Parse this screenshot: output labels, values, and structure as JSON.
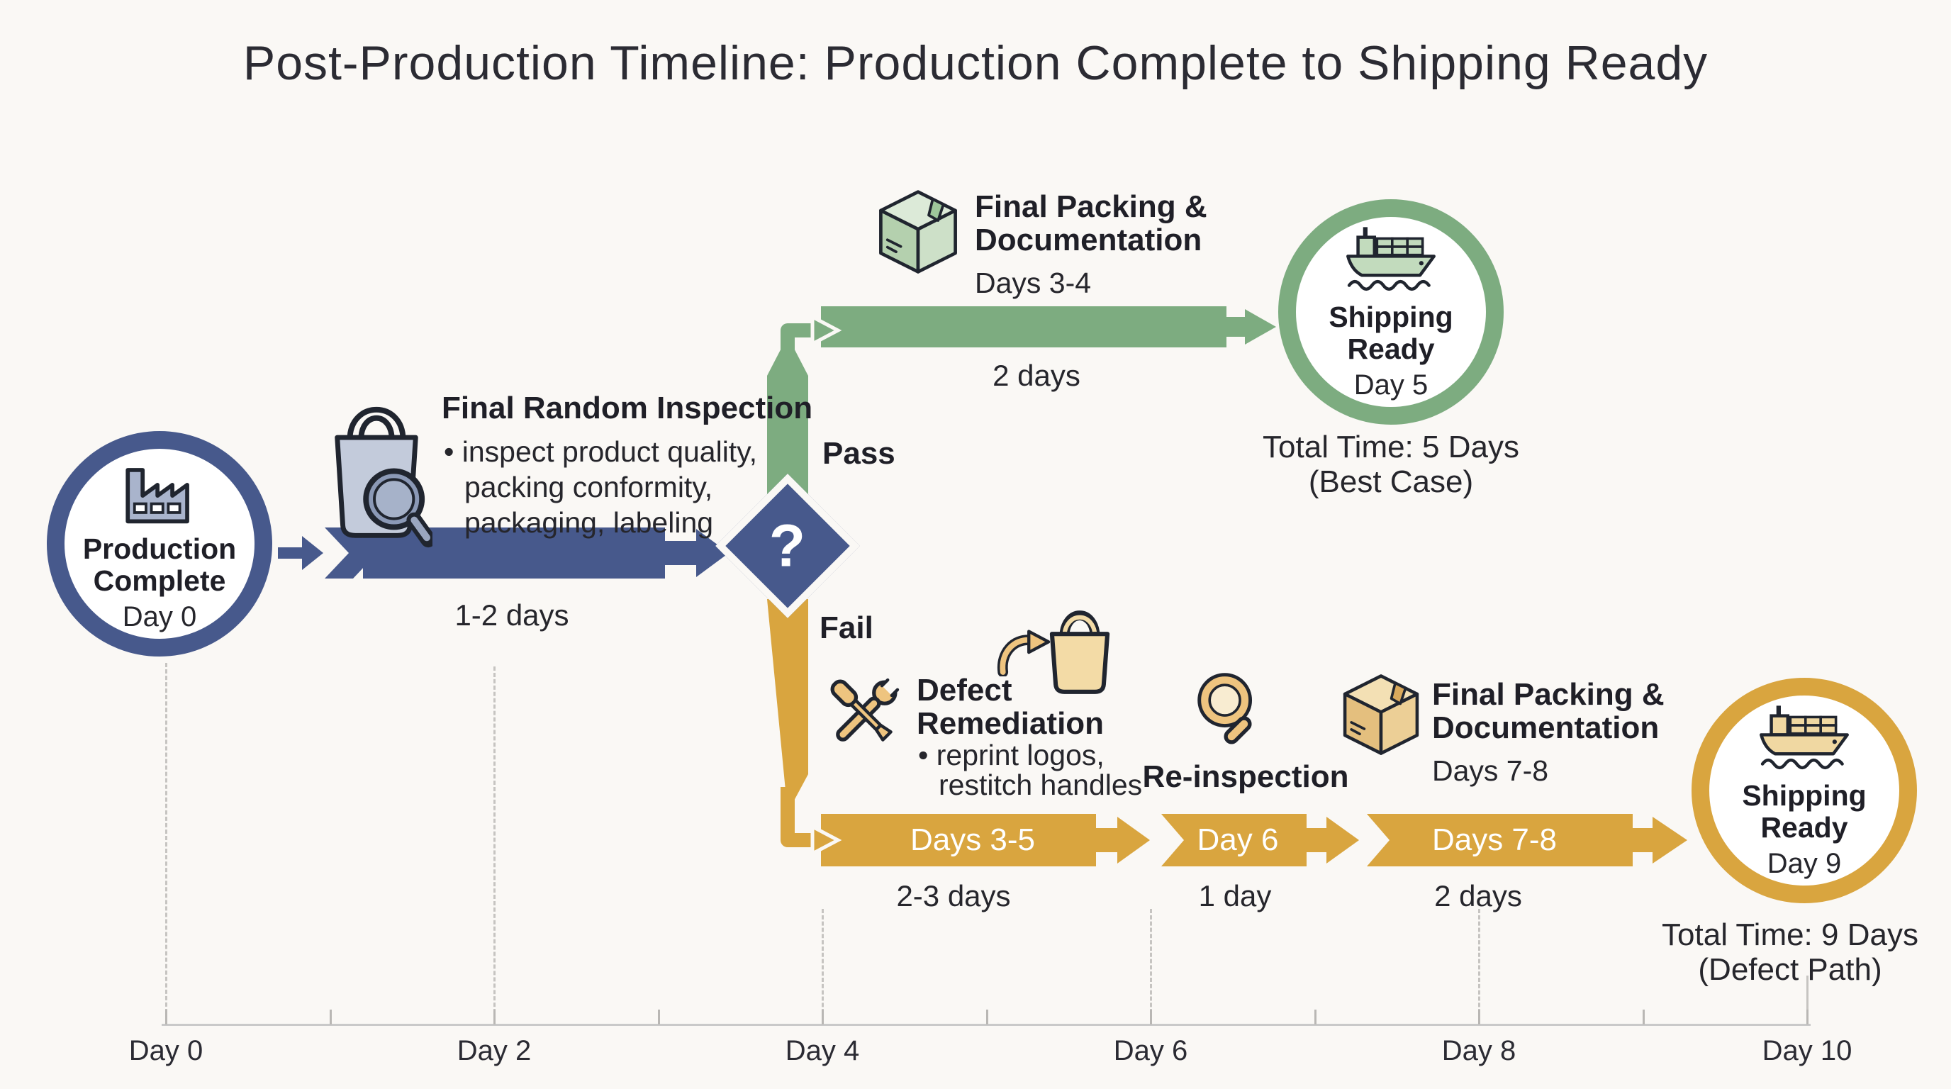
{
  "title": "Post-Production Timeline: Production Complete to Shipping Ready",
  "colors": {
    "blue": "#47598c",
    "green": "#7dac80",
    "gold": "#d9a53f",
    "text": "#26262c",
    "axis_line": "#c9c9c9",
    "background": "#faf8f5"
  },
  "start_node": {
    "icon": "factory-icon",
    "title_lines": [
      "Production",
      "Complete"
    ],
    "day": "Day 0"
  },
  "inspection": {
    "icon": "bag-magnifier-icon",
    "title": "Final Random Inspection",
    "bullets": [
      "• inspect product quality,",
      "packing conformity,",
      "packaging, labeling"
    ],
    "duration": "1-2 days"
  },
  "decision": {
    "symbol": "?",
    "pass_label": "Pass",
    "fail_label": "Fail"
  },
  "pass_path": {
    "packing": {
      "icon": "box-icon",
      "title_lines": [
        "Final Packing &",
        "Documentation"
      ],
      "days": "Days 3-4"
    },
    "duration": "2 days",
    "end_node": {
      "icon": "ship-icon",
      "title_lines": [
        "Shipping",
        "Ready"
      ],
      "day": "Day 5"
    },
    "total_lines": [
      "Total Time: 5 Days",
      "(Best Case)"
    ]
  },
  "fail_path": {
    "remediation": {
      "icons": [
        "tools-icon",
        "curved-arrow-icon",
        "tote-bag-icon"
      ],
      "title_lines": [
        "Defect",
        "Remediation"
      ],
      "bullets": [
        "• reprint logos,",
        "restitch handles"
      ]
    },
    "reinspection": {
      "icon": "magnifier-icon",
      "title": "Re-inspection"
    },
    "packing": {
      "icon": "box-icon",
      "title_lines": [
        "Final Packing &",
        "Documentation"
      ],
      "days": "Days 7-8"
    },
    "segments": [
      {
        "label": "Days 3-5",
        "duration": "2-3 days"
      },
      {
        "label": "Day 6",
        "duration": "1 day"
      },
      {
        "label": "Days 7-8",
        "duration": "2 days"
      }
    ],
    "end_node": {
      "icon": "ship-icon",
      "title_lines": [
        "Shipping",
        "Ready"
      ],
      "day": "Day 9"
    },
    "total_lines": [
      "Total Time: 9 Days",
      "(Defect Path)"
    ]
  },
  "axis": {
    "labels": [
      "Day 0",
      "Day 2",
      "Day 4",
      "Day 6",
      "Day 8",
      "Day 10"
    ]
  }
}
